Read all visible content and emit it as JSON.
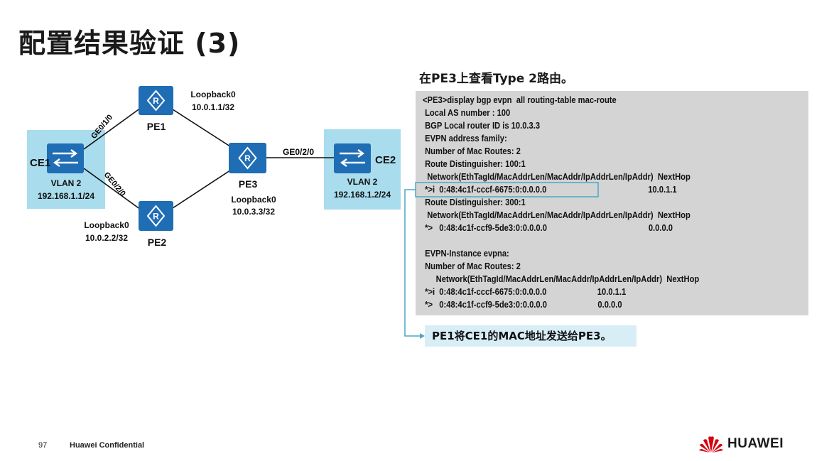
{
  "slide": {
    "title": "配置结果验证 (3)",
    "page_number": "97",
    "confidentiality": "Huawei Confidential",
    "logo_text": "HUAWEI"
  },
  "topology": {
    "ce1": {
      "name": "CE1",
      "vlan": "VLAN 2",
      "ip": "192.168.1.1/24"
    },
    "ce2": {
      "name": "CE2",
      "vlan": "VLAN 2",
      "ip": "192.168.1.2/24"
    },
    "pe1": {
      "name": "PE1",
      "loopback": "Loopback0",
      "loopback_ip": "10.0.1.1/32"
    },
    "pe2": {
      "name": "PE2",
      "loopback": "Loopback0",
      "loopback_ip": "10.0.2.2/32"
    },
    "pe3": {
      "name": "PE3",
      "loopback": "Loopback0",
      "loopback_ip": "10.0.3.3/32"
    },
    "links": {
      "ce1_pe1": "GE0/1/0",
      "ce1_pe2": "GE0/2/0",
      "pe3_ce2": "GE0/2/0"
    }
  },
  "caption": "在PE3上查看Type 2路由。",
  "terminal": {
    "lines": [
      "<PE3>display bgp evpn  all routing-table mac-route",
      " Local AS number : 100",
      " BGP Local router ID is 10.0.3.3",
      " EVPN address family:",
      " Number of Mac Routes: 2",
      " Route Distinguisher: 100:1",
      "  Network(EthTagId/MacAddrLen/MacAddr/IpAddrLen/IpAddr)  NextHop",
      " *>i  0:48:4c1f-cccf-6675:0:0.0.0.0                                              10.0.1.1",
      " Route Distinguisher: 300:1",
      "  Network(EthTagId/MacAddrLen/MacAddr/IpAddrLen/IpAddr)  NextHop",
      " *>   0:48:4c1f-ccf9-5de3:0:0.0.0.0                                              0.0.0.0",
      "",
      " EVPN-Instance evpna:",
      " Number of Mac Routes: 2",
      "      Network(EthTagId/MacAddrLen/MacAddr/IpAddrLen/IpAddr)  NextHop",
      " *>i  0:48:4c1f-cccf-6675:0:0.0.0.0                       10.0.1.1",
      " *>   0:48:4c1f-ccf9-5de3:0:0.0.0.0                       0.0.0.0"
    ]
  },
  "callout": "PE1将CE1的MAC地址发送给PE3。",
  "colors": {
    "router_blue": "#1f6db5",
    "ce_bg": "#a9dced",
    "terminal_bg": "#d4d4d4",
    "callout_bg": "#d8eef6",
    "highlight": "#4aa8c6",
    "huawei_red": "#d7000f"
  }
}
